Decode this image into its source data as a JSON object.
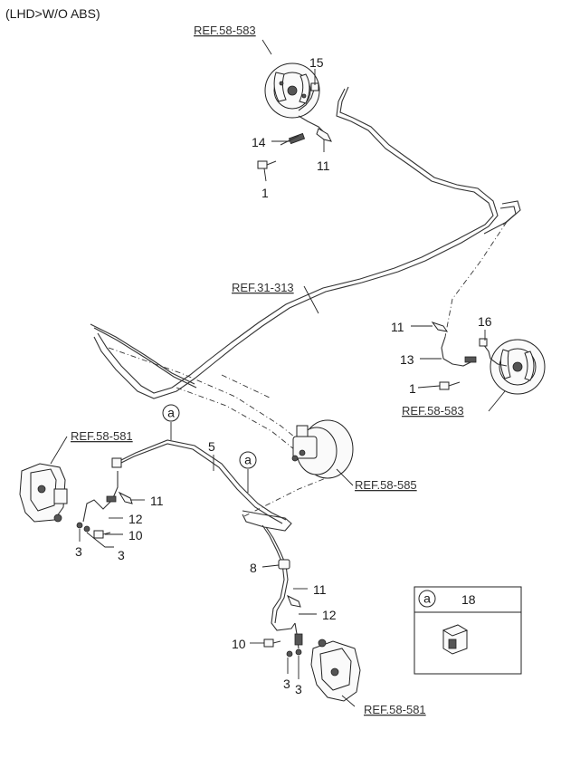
{
  "title": "(LHD>W/O ABS)",
  "refs": {
    "ref_top": "REF.58-583",
    "ref_mid": "REF.31-313",
    "ref_right": "REF.58-583",
    "ref_left": "REF.58-581",
    "ref_booster": "REF.58-585",
    "ref_bottom": "REF.58-581"
  },
  "callouts": {
    "p15": "15",
    "p14": "14",
    "p11_top": "11",
    "p1_top": "1",
    "p11_right": "11",
    "p16": "16",
    "p13": "13",
    "p1_right": "1",
    "p5": "5",
    "p11_left": "11",
    "p12_left": "12",
    "p10_left": "10",
    "p3_left_a": "3",
    "p3_left_b": "3",
    "p8": "8",
    "p11_bottom": "11",
    "p12_bottom": "12",
    "p10_bottom": "10",
    "p3_bottom_a": "3",
    "p3_bottom_b": "3"
  },
  "markers": {
    "a": "a"
  },
  "legend": {
    "marker": "a",
    "number": "18"
  }
}
